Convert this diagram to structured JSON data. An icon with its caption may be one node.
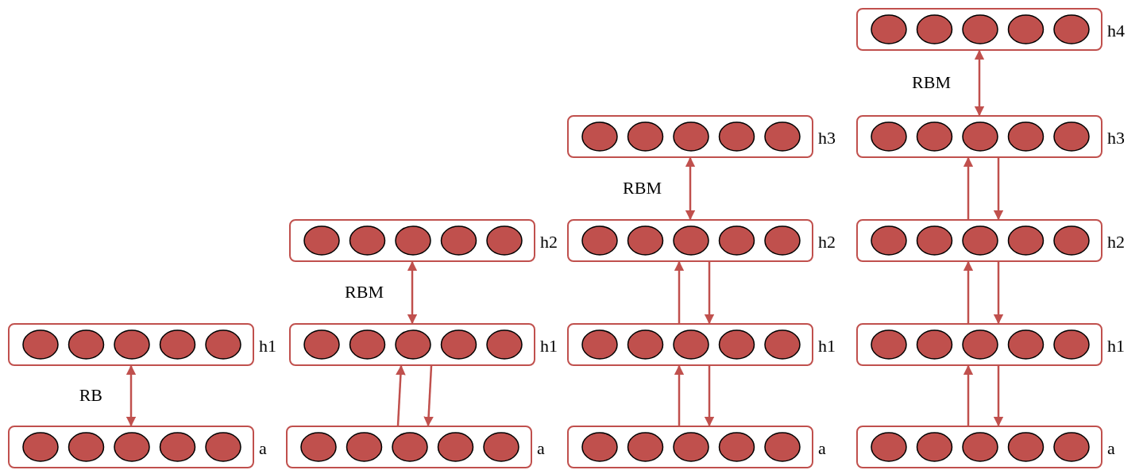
{
  "diagram": {
    "nodes": [
      {
        "text": [
          "h4"
        ]
      },
      {
        "text": [
          "h3"
        ]
      },
      {
        "text": [
          "h3"
        ]
      },
      {
        "text": [
          "h2"
        ]
      },
      {
        "text": [
          "h2"
        ]
      },
      {
        "text": [
          "h2"
        ]
      },
      {
        "text": [
          "h1"
        ]
      },
      {
        "text": [
          "h1"
        ]
      },
      {
        "text": [
          "h1"
        ]
      },
      {
        "text": [
          "h1"
        ]
      },
      {
        "text": [
          "a"
        ]
      },
      {
        "text": [
          "a"
        ]
      },
      {
        "text": [
          "a"
        ]
      },
      {
        "text": [
          "a"
        ]
      }
    ],
    "edges": [
      {
        "from": 6,
        "to": 10,
        "arrow": "both",
        "label": "RB"
      },
      {
        "from": 11,
        "to": 7,
        "arrow": "to"
      },
      {
        "from": 7,
        "to": 11,
        "arrow": "to"
      },
      {
        "from": 7,
        "to": 3,
        "arrow": "both",
        "label": "RBM"
      },
      {
        "from": 12,
        "to": 8,
        "arrow": "to"
      },
      {
        "from": 8,
        "to": 12,
        "arrow": "to"
      },
      {
        "from": 8,
        "to": 4,
        "arrow": "to"
      },
      {
        "from": 4,
        "to": 8,
        "arrow": "to"
      },
      {
        "from": 4,
        "to": 1,
        "arrow": "both",
        "label": "RBM"
      },
      {
        "from": 13,
        "to": 9,
        "arrow": "to"
      },
      {
        "from": 9,
        "to": 13,
        "arrow": "to"
      },
      {
        "from": 9,
        "to": 5,
        "arrow": "to"
      },
      {
        "from": 5,
        "to": 9,
        "arrow": "to"
      },
      {
        "from": 5,
        "to": 2,
        "arrow": "to"
      },
      {
        "from": 2,
        "to": 5,
        "arrow": "to"
      },
      {
        "from": 2,
        "to": 0,
        "arrow": "both",
        "label": "RBM"
      }
    ]
  }
}
